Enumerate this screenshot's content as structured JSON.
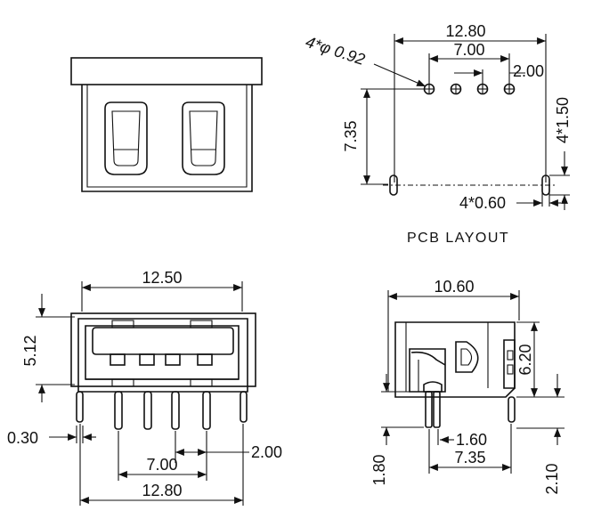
{
  "layout_title": "PCB LAYOUT",
  "views": {
    "pcb_layout": {
      "hole_callout": "4*φ 0.92",
      "width_outer": "12.80",
      "pin_span": "7.00",
      "pin_pitch": "2.00",
      "pin_row_to_lug": "7.35",
      "lug_length": "4*1.50",
      "lug_width": "4*0.60"
    },
    "front": {
      "body_width": "12.50",
      "body_height": "5.12",
      "pin_thickness": "0.30",
      "pin_pitch": "2.00",
      "pin_span": "7.00",
      "lug_span": "12.80"
    },
    "side": {
      "depth": "10.60",
      "height": "6.20",
      "pin_offset": "1.60",
      "pin_to_lug": "7.35",
      "pin_length": "1.80",
      "lug_length": "2.10"
    }
  }
}
